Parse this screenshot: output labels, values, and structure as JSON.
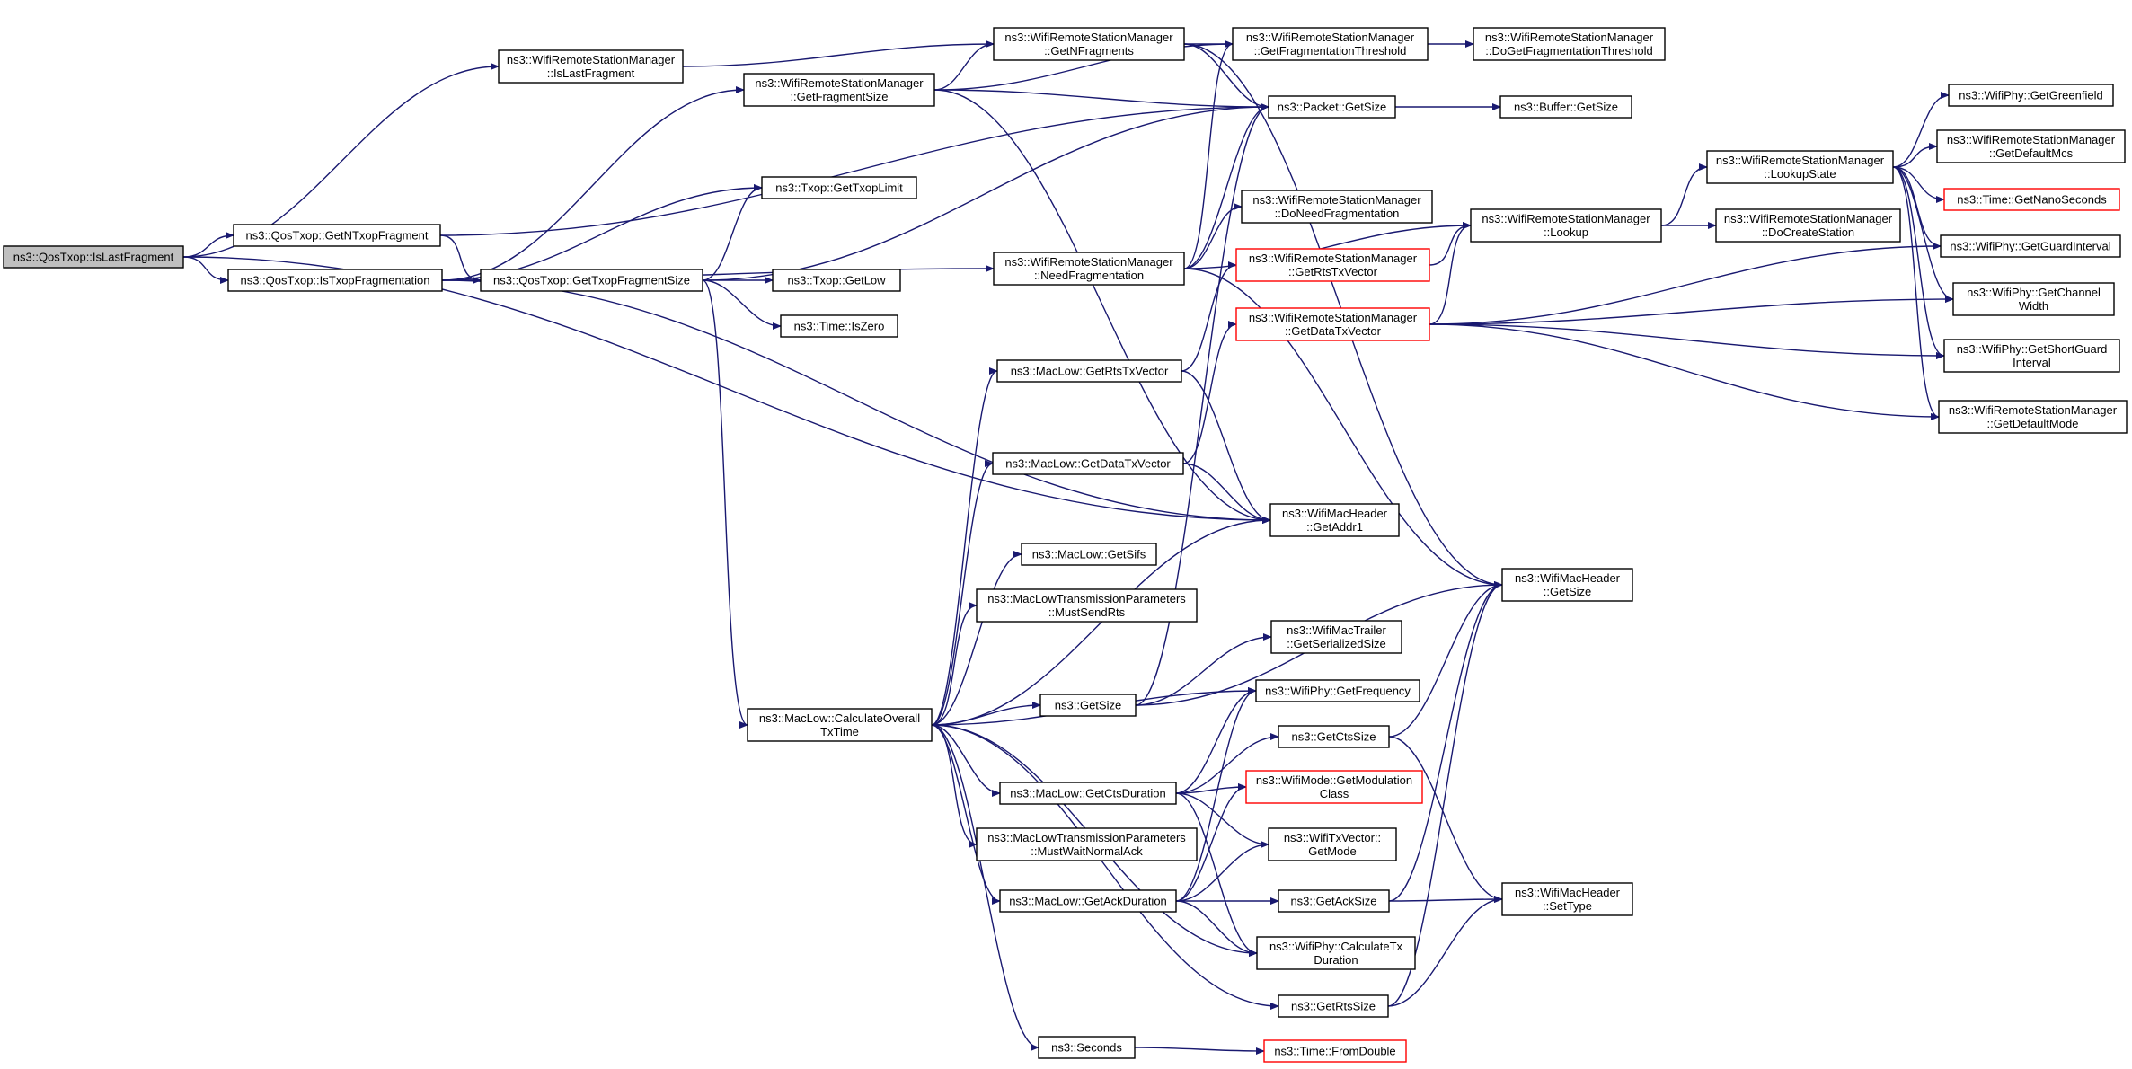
{
  "colors": {
    "edge": "#191970",
    "root_fill": "#bfbfbf",
    "node_border": "#000000",
    "node_border_highlight": "#ff0000"
  },
  "nodes": [
    {
      "id": "root",
      "lines": [
        "ns3::QosTxop::IsLastFragment"
      ],
      "style": "root"
    },
    {
      "id": "wrsm_islastfragment",
      "lines": [
        "ns3::WifiRemoteStationManager",
        "::IsLastFragment"
      ]
    },
    {
      "id": "qos_getntxopfragment",
      "lines": [
        "ns3::QosTxop::GetNTxopFragment"
      ]
    },
    {
      "id": "qos_istxopfragmentation",
      "lines": [
        "ns3::QosTxop::IsTxopFragmentation"
      ]
    },
    {
      "id": "wrsm_getfragmentsize",
      "lines": [
        "ns3::WifiRemoteStationManager",
        "::GetFragmentSize"
      ]
    },
    {
      "id": "txop_gettxoplimit",
      "lines": [
        "ns3::Txop::GetTxopLimit"
      ]
    },
    {
      "id": "qos_gettxopfragmentsize",
      "lines": [
        "ns3::QosTxop::GetTxopFragmentSize"
      ]
    },
    {
      "id": "txop_getlow",
      "lines": [
        "ns3::Txop::GetLow"
      ]
    },
    {
      "id": "time_iszero",
      "lines": [
        "ns3::Time::IsZero"
      ]
    },
    {
      "id": "wrsm_getnfragments",
      "lines": [
        "ns3::WifiRemoteStationManager",
        "::GetNFragments"
      ]
    },
    {
      "id": "wrsm_getfragmentationthreshold",
      "lines": [
        "ns3::WifiRemoteStationManager",
        "::GetFragmentationThreshold"
      ]
    },
    {
      "id": "wrsm_dogetfragmentationthreshold",
      "lines": [
        "ns3::WifiRemoteStationManager",
        "::DoGetFragmentationThreshold"
      ]
    },
    {
      "id": "packet_getsize",
      "lines": [
        "ns3::Packet::GetSize"
      ]
    },
    {
      "id": "buffer_getsize",
      "lines": [
        "ns3::Buffer::GetSize"
      ]
    },
    {
      "id": "wrsm_doneedfragmentation",
      "lines": [
        "ns3::WifiRemoteStationManager",
        "::DoNeedFragmentation"
      ]
    },
    {
      "id": "wrsm_needfragmentation",
      "lines": [
        "ns3::WifiRemoteStationManager",
        "::NeedFragmentation"
      ]
    },
    {
      "id": "wrsm_getrtstxvector",
      "lines": [
        "ns3::WifiRemoteStationManager",
        "::GetRtsTxVector"
      ],
      "style": "red"
    },
    {
      "id": "wrsm_getdatatxvector",
      "lines": [
        "ns3::WifiRemoteStationManager",
        "::GetDataTxVector"
      ],
      "style": "red"
    },
    {
      "id": "wrsm_lookup",
      "lines": [
        "ns3::WifiRemoteStationManager",
        "::Lookup"
      ]
    },
    {
      "id": "wrsm_lookupstate",
      "lines": [
        "ns3::WifiRemoteStationManager",
        "::LookupState"
      ]
    },
    {
      "id": "wrsm_docreatestation",
      "lines": [
        "ns3::WifiRemoteStationManager",
        "::DoCreateStation"
      ]
    },
    {
      "id": "phy_getgreenfield",
      "lines": [
        "ns3::WifiPhy::GetGreenfield"
      ]
    },
    {
      "id": "wrsm_getdefaultmcs",
      "lines": [
        "ns3::WifiRemoteStationManager",
        "::GetDefaultMcs"
      ]
    },
    {
      "id": "time_getnanoseconds",
      "lines": [
        "ns3::Time::GetNanoSeconds"
      ],
      "style": "red"
    },
    {
      "id": "phy_getguardinterval",
      "lines": [
        "ns3::WifiPhy::GetGuardInterval"
      ]
    },
    {
      "id": "phy_getchannelwidth",
      "lines": [
        "ns3::WifiPhy::GetChannel",
        "Width"
      ]
    },
    {
      "id": "phy_getshortguardinterval",
      "lines": [
        "ns3::WifiPhy::GetShortGuard",
        "Interval"
      ]
    },
    {
      "id": "wrsm_getdefaultmode",
      "lines": [
        "ns3::WifiRemoteStationManager",
        "::GetDefaultMode"
      ]
    },
    {
      "id": "maclow_getrtstxvector",
      "lines": [
        "ns3::MacLow::GetRtsTxVector"
      ]
    },
    {
      "id": "maclow_getdatatxvector",
      "lines": [
        "ns3::MacLow::GetDataTxVector"
      ]
    },
    {
      "id": "machdr_getaddr1",
      "lines": [
        "ns3::WifiMacHeader",
        "::GetAddr1"
      ]
    },
    {
      "id": "maclow_getsifs",
      "lines": [
        "ns3::MacLow::GetSifs"
      ]
    },
    {
      "id": "mltp_mustsendrts",
      "lines": [
        "ns3::MacLowTransmissionParameters",
        "::MustSendRts"
      ]
    },
    {
      "id": "machdr_getsize",
      "lines": [
        "ns3::WifiMacHeader",
        "::GetSize"
      ]
    },
    {
      "id": "mactrailer_getserializedsize",
      "lines": [
        "ns3::WifiMacTrailer",
        "::GetSerializedSize"
      ]
    },
    {
      "id": "maclow_calculateoveralltxtime",
      "lines": [
        "ns3::MacLow::CalculateOverall",
        "TxTime"
      ]
    },
    {
      "id": "ns3_getsize",
      "lines": [
        "ns3::GetSize"
      ]
    },
    {
      "id": "phy_getfrequency",
      "lines": [
        "ns3::WifiPhy::GetFrequency"
      ]
    },
    {
      "id": "ns3_getctssize",
      "lines": [
        "ns3::GetCtsSize"
      ]
    },
    {
      "id": "maclow_getctsduration",
      "lines": [
        "ns3::MacLow::GetCtsDuration"
      ]
    },
    {
      "id": "mode_getmodulationclass",
      "lines": [
        "ns3::WifiMode::GetModulation",
        "Class"
      ],
      "style": "red"
    },
    {
      "id": "mltp_mustwaitnormalack",
      "lines": [
        "ns3::MacLowTransmissionParameters",
        "::MustWaitNormalAck"
      ]
    },
    {
      "id": "txvector_getmode",
      "lines": [
        "ns3::WifiTxVector::",
        "GetMode"
      ]
    },
    {
      "id": "maclow_getackduration",
      "lines": [
        "ns3::MacLow::GetAckDuration"
      ]
    },
    {
      "id": "ns3_getacksize",
      "lines": [
        "ns3::GetAckSize"
      ]
    },
    {
      "id": "machdr_settype",
      "lines": [
        "ns3::WifiMacHeader",
        "::SetType"
      ]
    },
    {
      "id": "phy_calculatetxduration",
      "lines": [
        "ns3::WifiPhy::CalculateTx",
        "Duration"
      ]
    },
    {
      "id": "ns3_getrtssize",
      "lines": [
        "ns3::GetRtsSize"
      ]
    },
    {
      "id": "ns3_seconds",
      "lines": [
        "ns3::Seconds"
      ]
    },
    {
      "id": "time_fromdouble",
      "lines": [
        "ns3::Time::FromDouble"
      ],
      "style": "red"
    }
  ],
  "edges": [
    [
      "root",
      "wrsm_islastfragment"
    ],
    [
      "root",
      "qos_getntxopfragment"
    ],
    [
      "root",
      "qos_istxopfragmentation"
    ],
    [
      "root",
      "machdr_getaddr1"
    ],
    [
      "wrsm_islastfragment",
      "wrsm_getnfragments"
    ],
    [
      "qos_getntxopfragment",
      "packet_getsize"
    ],
    [
      "qos_getntxopfragment",
      "qos_gettxopfragmentsize"
    ],
    [
      "qos_istxopfragmentation",
      "wrsm_getfragmentsize"
    ],
    [
      "qos_istxopfragmentation",
      "txop_gettxoplimit"
    ],
    [
      "qos_istxopfragmentation",
      "qos_gettxopfragmentsize"
    ],
    [
      "qos_istxopfragmentation",
      "wrsm_needfragmentation"
    ],
    [
      "qos_istxopfragmentation",
      "machdr_getaddr1"
    ],
    [
      "wrsm_getfragmentsize",
      "wrsm_getfragmentationthreshold"
    ],
    [
      "wrsm_getfragmentsize",
      "wrsm_getnfragments"
    ],
    [
      "wrsm_getfragmentsize",
      "packet_getsize"
    ],
    [
      "wrsm_getfragmentsize",
      "machdr_getaddr1"
    ],
    [
      "qos_gettxopfragmentsize",
      "txop_gettxoplimit"
    ],
    [
      "qos_gettxopfragmentsize",
      "txop_getlow"
    ],
    [
      "qos_gettxopfragmentsize",
      "time_iszero"
    ],
    [
      "qos_gettxopfragmentsize",
      "packet_getsize"
    ],
    [
      "qos_gettxopfragmentsize",
      "maclow_calculateoveralltxtime"
    ],
    [
      "wrsm_getnfragments",
      "wrsm_getfragmentationthreshold"
    ],
    [
      "wrsm_getnfragments",
      "packet_getsize"
    ],
    [
      "wrsm_getnfragments",
      "machdr_getsize"
    ],
    [
      "wrsm_getfragmentationthreshold",
      "wrsm_dogetfragmentationthreshold"
    ],
    [
      "packet_getsize",
      "buffer_getsize"
    ],
    [
      "wrsm_needfragmentation",
      "wrsm_getfragmentationthreshold"
    ],
    [
      "wrsm_needfragmentation",
      "packet_getsize"
    ],
    [
      "wrsm_needfragmentation",
      "wrsm_doneedfragmentation"
    ],
    [
      "wrsm_needfragmentation",
      "wrsm_lookup"
    ],
    [
      "wrsm_needfragmentation",
      "machdr_getsize"
    ],
    [
      "wrsm_getrtstxvector",
      "wrsm_lookup"
    ],
    [
      "wrsm_getdatatxvector",
      "wrsm_lookup"
    ],
    [
      "wrsm_getdatatxvector",
      "phy_getguardinterval"
    ],
    [
      "wrsm_getdatatxvector",
      "phy_getchannelwidth"
    ],
    [
      "wrsm_getdatatxvector",
      "phy_getshortguardinterval"
    ],
    [
      "wrsm_getdatatxvector",
      "wrsm_getdefaultmode"
    ],
    [
      "wrsm_lookup",
      "wrsm_lookupstate"
    ],
    [
      "wrsm_lookup",
      "wrsm_docreatestation"
    ],
    [
      "wrsm_lookupstate",
      "phy_getgreenfield"
    ],
    [
      "wrsm_lookupstate",
      "wrsm_getdefaultmcs"
    ],
    [
      "wrsm_lookupstate",
      "time_getnanoseconds"
    ],
    [
      "wrsm_lookupstate",
      "phy_getguardinterval"
    ],
    [
      "wrsm_lookupstate",
      "phy_getchannelwidth"
    ],
    [
      "wrsm_lookupstate",
      "phy_getshortguardinterval"
    ],
    [
      "wrsm_lookupstate",
      "wrsm_getdefaultmode"
    ],
    [
      "maclow_getrtstxvector",
      "wrsm_getrtstxvector"
    ],
    [
      "maclow_getrtstxvector",
      "machdr_getaddr1"
    ],
    [
      "maclow_getdatatxvector",
      "wrsm_getdatatxvector"
    ],
    [
      "maclow_getdatatxvector",
      "machdr_getaddr1"
    ],
    [
      "maclow_calculateoveralltxtime",
      "maclow_getrtstxvector"
    ],
    [
      "maclow_calculateoveralltxtime",
      "maclow_getdatatxvector"
    ],
    [
      "maclow_calculateoveralltxtime",
      "maclow_getsifs"
    ],
    [
      "maclow_calculateoveralltxtime",
      "mltp_mustsendrts"
    ],
    [
      "maclow_calculateoveralltxtime",
      "machdr_getaddr1"
    ],
    [
      "maclow_calculateoveralltxtime",
      "ns3_getsize"
    ],
    [
      "maclow_calculateoveralltxtime",
      "phy_getfrequency"
    ],
    [
      "maclow_calculateoveralltxtime",
      "maclow_getctsduration"
    ],
    [
      "maclow_calculateoveralltxtime",
      "mltp_mustwaitnormalack"
    ],
    [
      "maclow_calculateoveralltxtime",
      "maclow_getackduration"
    ],
    [
      "maclow_calculateoveralltxtime",
      "phy_calculatetxduration"
    ],
    [
      "maclow_calculateoveralltxtime",
      "ns3_getrtssize"
    ],
    [
      "maclow_calculateoveralltxtime",
      "ns3_seconds"
    ],
    [
      "ns3_getsize",
      "machdr_getsize"
    ],
    [
      "ns3_getsize",
      "mactrailer_getserializedsize"
    ],
    [
      "ns3_getsize",
      "packet_getsize"
    ],
    [
      "maclow_getctsduration",
      "ns3_getctssize"
    ],
    [
      "maclow_getctsduration",
      "phy_getfrequency"
    ],
    [
      "maclow_getctsduration",
      "mode_getmodulationclass"
    ],
    [
      "maclow_getctsduration",
      "txvector_getmode"
    ],
    [
      "maclow_getctsduration",
      "phy_calculatetxduration"
    ],
    [
      "maclow_getackduration",
      "ns3_getacksize"
    ],
    [
      "maclow_getackduration",
      "phy_getfrequency"
    ],
    [
      "maclow_getackduration",
      "mode_getmodulationclass"
    ],
    [
      "maclow_getackduration",
      "txvector_getmode"
    ],
    [
      "maclow_getackduration",
      "phy_calculatetxduration"
    ],
    [
      "ns3_getctssize",
      "machdr_getsize"
    ],
    [
      "ns3_getctssize",
      "machdr_settype"
    ],
    [
      "ns3_getacksize",
      "machdr_getsize"
    ],
    [
      "ns3_getacksize",
      "machdr_settype"
    ],
    [
      "ns3_getrtssize",
      "machdr_getsize"
    ],
    [
      "ns3_getrtssize",
      "machdr_settype"
    ],
    [
      "ns3_seconds",
      "time_fromdouble"
    ]
  ]
}
